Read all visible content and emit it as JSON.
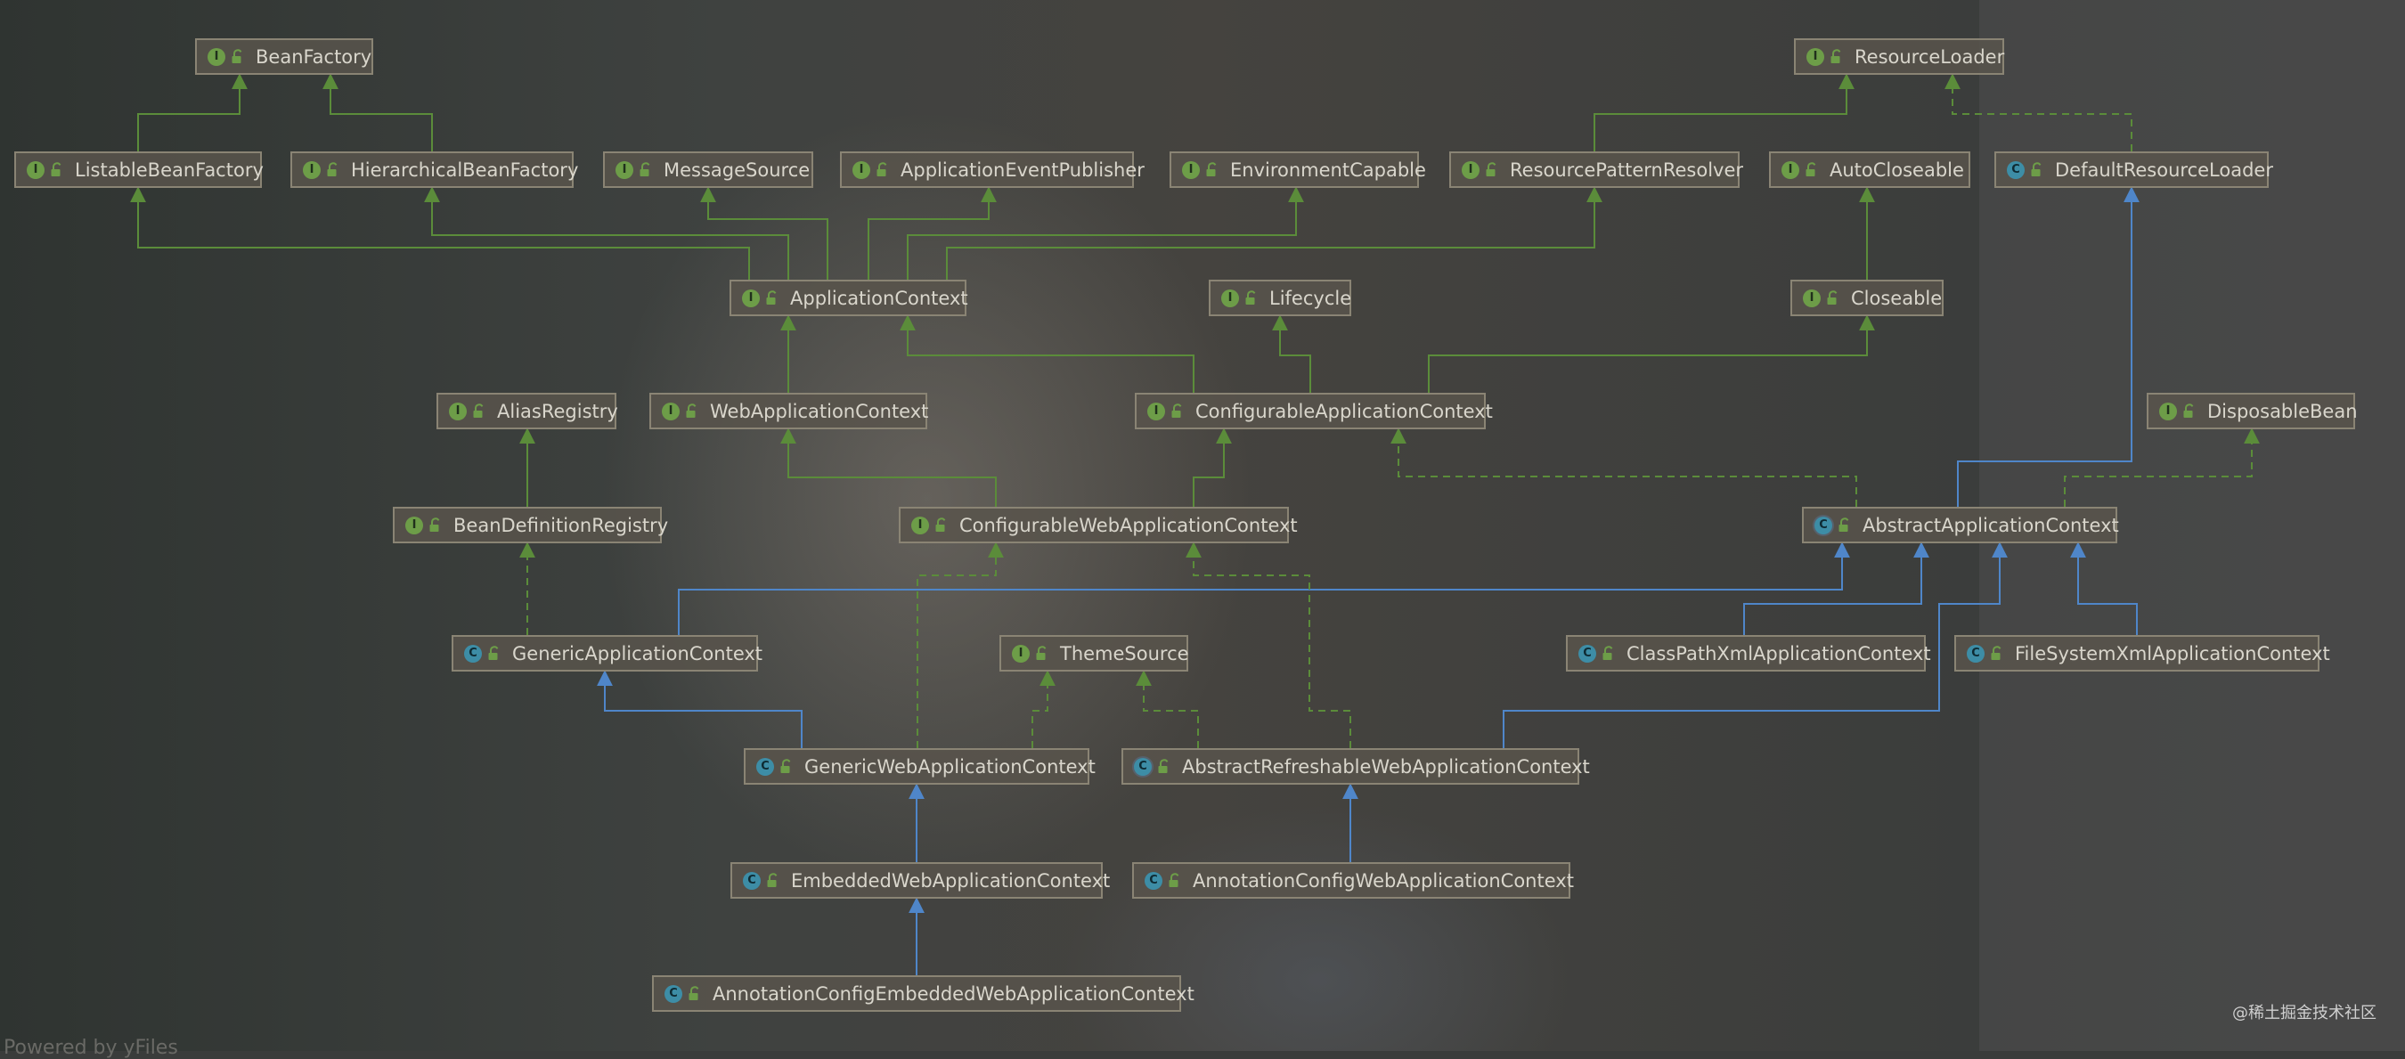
{
  "diagram": {
    "colors": {
      "interface_arrow": "#5b8c3a",
      "class_arrow": "#4f86c9",
      "interface_badge": "#6d9d48",
      "class_badge": "#3d8da6"
    },
    "nodes": [
      {
        "id": "BeanFactory",
        "label": "BeanFactory",
        "kind": "I"
      },
      {
        "id": "ResourceLoader",
        "label": "ResourceLoader",
        "kind": "I"
      },
      {
        "id": "ListableBeanFactory",
        "label": "ListableBeanFactory",
        "kind": "I"
      },
      {
        "id": "HierarchicalBeanFactory",
        "label": "HierarchicalBeanFactory",
        "kind": "I"
      },
      {
        "id": "MessageSource",
        "label": "MessageSource",
        "kind": "I"
      },
      {
        "id": "ApplicationEventPublisher",
        "label": "ApplicationEventPublisher",
        "kind": "I"
      },
      {
        "id": "EnvironmentCapable",
        "label": "EnvironmentCapable",
        "kind": "I"
      },
      {
        "id": "ResourcePatternResolver",
        "label": "ResourcePatternResolver",
        "kind": "I"
      },
      {
        "id": "AutoCloseable",
        "label": "AutoCloseable",
        "kind": "I"
      },
      {
        "id": "DefaultResourceLoader",
        "label": "DefaultResourceLoader",
        "kind": "C"
      },
      {
        "id": "ApplicationContext",
        "label": "ApplicationContext",
        "kind": "I"
      },
      {
        "id": "Lifecycle",
        "label": "Lifecycle",
        "kind": "I"
      },
      {
        "id": "Closeable",
        "label": "Closeable",
        "kind": "I"
      },
      {
        "id": "AliasRegistry",
        "label": "AliasRegistry",
        "kind": "I"
      },
      {
        "id": "WebApplicationContext",
        "label": "WebApplicationContext",
        "kind": "I"
      },
      {
        "id": "ConfigurableApplicationContext",
        "label": "ConfigurableApplicationContext",
        "kind": "I"
      },
      {
        "id": "DisposableBean",
        "label": "DisposableBean",
        "kind": "I"
      },
      {
        "id": "BeanDefinitionRegistry",
        "label": "BeanDefinitionRegistry",
        "kind": "I"
      },
      {
        "id": "ConfigurableWebApplicationContext",
        "label": "ConfigurableWebApplicationContext",
        "kind": "I"
      },
      {
        "id": "AbstractApplicationContext",
        "label": "AbstractApplicationContext",
        "kind": "AC"
      },
      {
        "id": "GenericApplicationContext",
        "label": "GenericApplicationContext",
        "kind": "C"
      },
      {
        "id": "ThemeSource",
        "label": "ThemeSource",
        "kind": "I"
      },
      {
        "id": "ClassPathXmlApplicationContext",
        "label": "ClassPathXmlApplicationContext",
        "kind": "C"
      },
      {
        "id": "FileSystemXmlApplicationContext",
        "label": "FileSystemXmlApplicationContext",
        "kind": "C"
      },
      {
        "id": "GenericWebApplicationContext",
        "label": "GenericWebApplicationContext",
        "kind": "C"
      },
      {
        "id": "AbstractRefreshableWebApplicationContext",
        "label": "AbstractRefreshableWebApplicationContext",
        "kind": "AC"
      },
      {
        "id": "EmbeddedWebApplicationContext",
        "label": "EmbeddedWebApplicationContext",
        "kind": "C"
      },
      {
        "id": "AnnotationConfigWebApplicationContext",
        "label": "AnnotationConfigWebApplicationContext",
        "kind": "C"
      },
      {
        "id": "AnnotationConfigEmbeddedWebApplicationContext",
        "label": "AnnotationConfigEmbeddedWebApplicationContext",
        "kind": "C"
      }
    ],
    "edges": [
      {
        "from": "ListableBeanFactory",
        "to": "BeanFactory",
        "type": "extends"
      },
      {
        "from": "HierarchicalBeanFactory",
        "to": "BeanFactory",
        "type": "extends"
      },
      {
        "from": "ResourcePatternResolver",
        "to": "ResourceLoader",
        "type": "extends"
      },
      {
        "from": "DefaultResourceLoader",
        "to": "ResourceLoader",
        "type": "implements"
      },
      {
        "from": "ApplicationContext",
        "to": "ListableBeanFactory",
        "type": "extends"
      },
      {
        "from": "ApplicationContext",
        "to": "HierarchicalBeanFactory",
        "type": "extends"
      },
      {
        "from": "ApplicationContext",
        "to": "MessageSource",
        "type": "extends"
      },
      {
        "from": "ApplicationContext",
        "to": "ApplicationEventPublisher",
        "type": "extends"
      },
      {
        "from": "ApplicationContext",
        "to": "EnvironmentCapable",
        "type": "extends"
      },
      {
        "from": "ApplicationContext",
        "to": "ResourcePatternResolver",
        "type": "extends"
      },
      {
        "from": "Closeable",
        "to": "AutoCloseable",
        "type": "extends"
      },
      {
        "from": "WebApplicationContext",
        "to": "ApplicationContext",
        "type": "extends"
      },
      {
        "from": "ConfigurableApplicationContext",
        "to": "ApplicationContext",
        "type": "extends"
      },
      {
        "from": "ConfigurableApplicationContext",
        "to": "Lifecycle",
        "type": "extends"
      },
      {
        "from": "ConfigurableApplicationContext",
        "to": "Closeable",
        "type": "extends"
      },
      {
        "from": "BeanDefinitionRegistry",
        "to": "AliasRegistry",
        "type": "extends"
      },
      {
        "from": "ConfigurableWebApplicationContext",
        "to": "WebApplicationContext",
        "type": "extends"
      },
      {
        "from": "ConfigurableWebApplicationContext",
        "to": "ConfigurableApplicationContext",
        "type": "extends"
      },
      {
        "from": "AbstractApplicationContext",
        "to": "DefaultResourceLoader",
        "type": "class-extends"
      },
      {
        "from": "AbstractApplicationContext",
        "to": "ConfigurableApplicationContext",
        "type": "implements"
      },
      {
        "from": "AbstractApplicationContext",
        "to": "DisposableBean",
        "type": "implements"
      },
      {
        "from": "GenericApplicationContext",
        "to": "BeanDefinitionRegistry",
        "type": "implements"
      },
      {
        "from": "GenericApplicationContext",
        "to": "AbstractApplicationContext",
        "type": "class-extends"
      },
      {
        "from": "ClassPathXmlApplicationContext",
        "to": "AbstractApplicationContext",
        "type": "class-extends"
      },
      {
        "from": "FileSystemXmlApplicationContext",
        "to": "AbstractApplicationContext",
        "type": "class-extends"
      },
      {
        "from": "GenericWebApplicationContext",
        "to": "GenericApplicationContext",
        "type": "class-extends"
      },
      {
        "from": "GenericWebApplicationContext",
        "to": "ConfigurableWebApplicationContext",
        "type": "implements"
      },
      {
        "from": "GenericWebApplicationContext",
        "to": "ThemeSource",
        "type": "implements"
      },
      {
        "from": "AbstractRefreshableWebApplicationContext",
        "to": "ConfigurableWebApplicationContext",
        "type": "implements"
      },
      {
        "from": "AbstractRefreshableWebApplicationContext",
        "to": "ThemeSource",
        "type": "implements"
      },
      {
        "from": "AbstractRefreshableWebApplicationContext",
        "to": "AbstractApplicationContext",
        "type": "class-extends"
      },
      {
        "from": "EmbeddedWebApplicationContext",
        "to": "GenericWebApplicationContext",
        "type": "class-extends"
      },
      {
        "from": "AnnotationConfigWebApplicationContext",
        "to": "AbstractRefreshableWebApplicationContext",
        "type": "class-extends"
      },
      {
        "from": "AnnotationConfigEmbeddedWebApplicationContext",
        "to": "EmbeddedWebApplicationContext",
        "type": "class-extends"
      }
    ]
  },
  "watermark": {
    "site": "@稀土掘金技术社区",
    "powered": "Powered by yFiles"
  }
}
